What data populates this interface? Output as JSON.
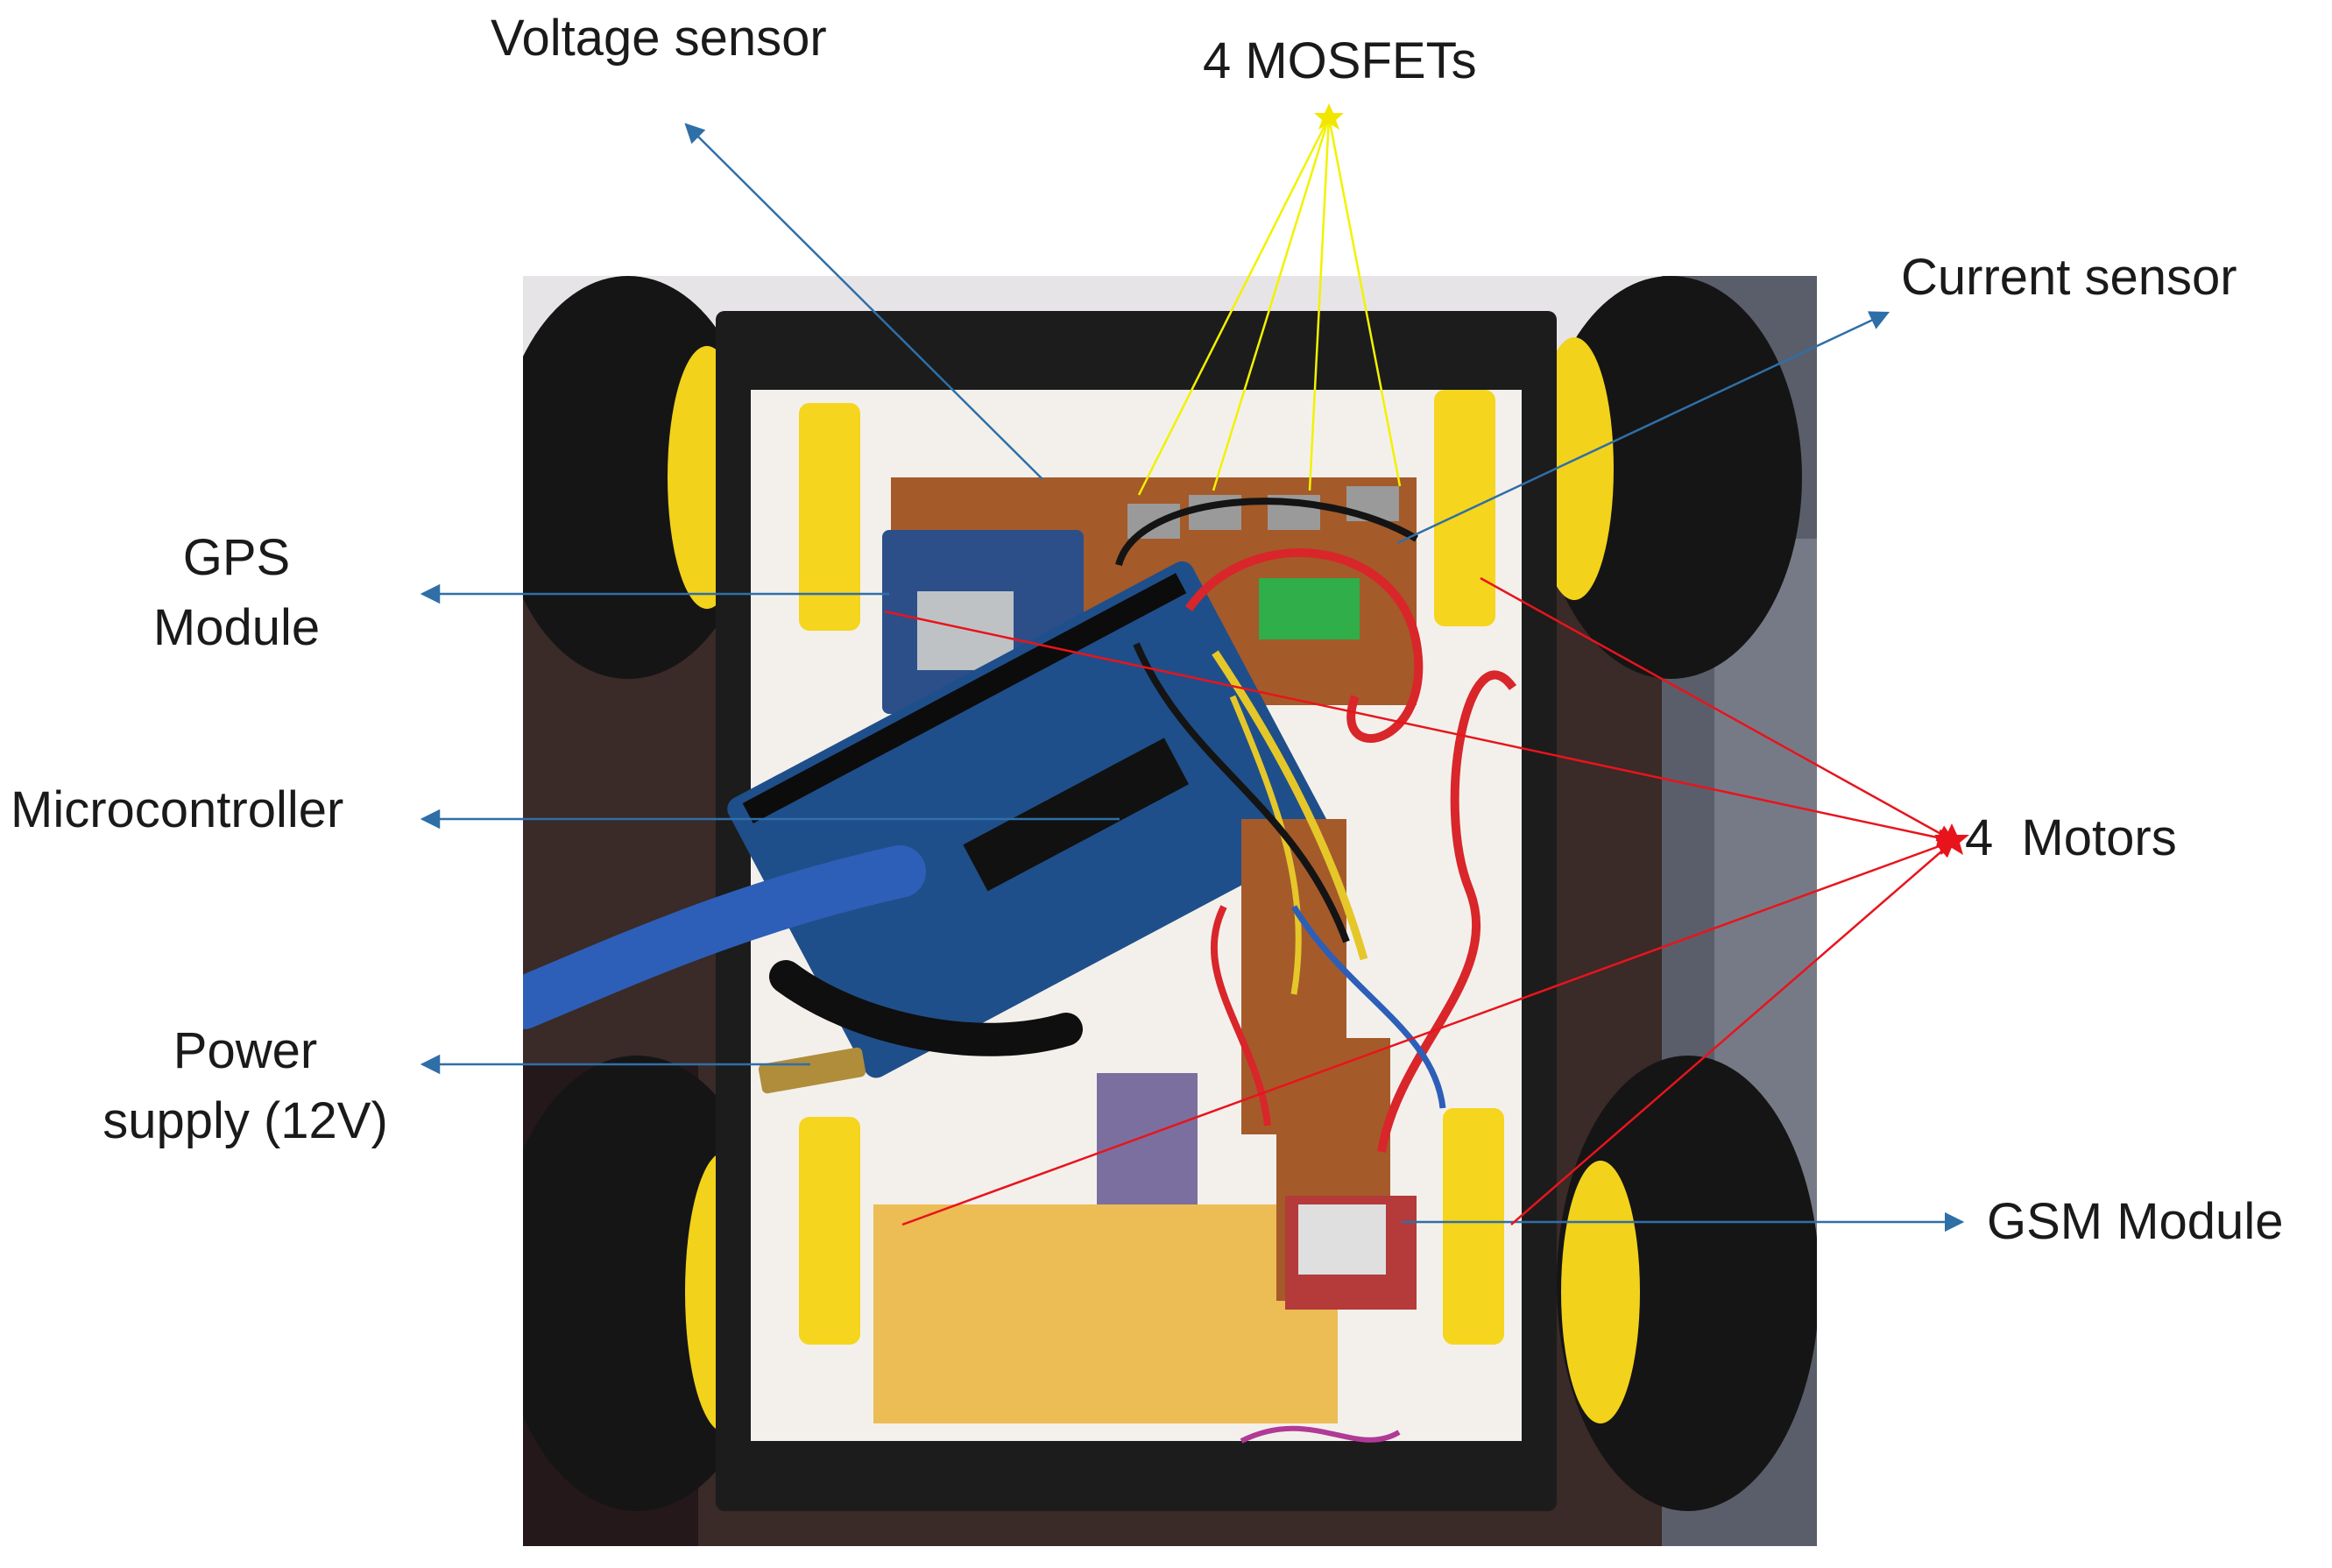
{
  "figure": {
    "labels": {
      "voltage_sensor": "Voltage sensor",
      "mosfets": "4 MOSFETs",
      "current_sensor": "Current sensor",
      "gps_line1": "GPS",
      "gps_line2": "Module",
      "microcontroller": "Microcontroller",
      "motors": "4  Motors",
      "power_line1": "Power",
      "power_line2": "supply (12V)",
      "gsm_module": "GSM Module"
    },
    "colors": {
      "blue_arrow": "#2f6fa8",
      "yellow_line": "#f2f200",
      "red_line": "#e8141c",
      "label_text": "#1a1a1a"
    }
  }
}
